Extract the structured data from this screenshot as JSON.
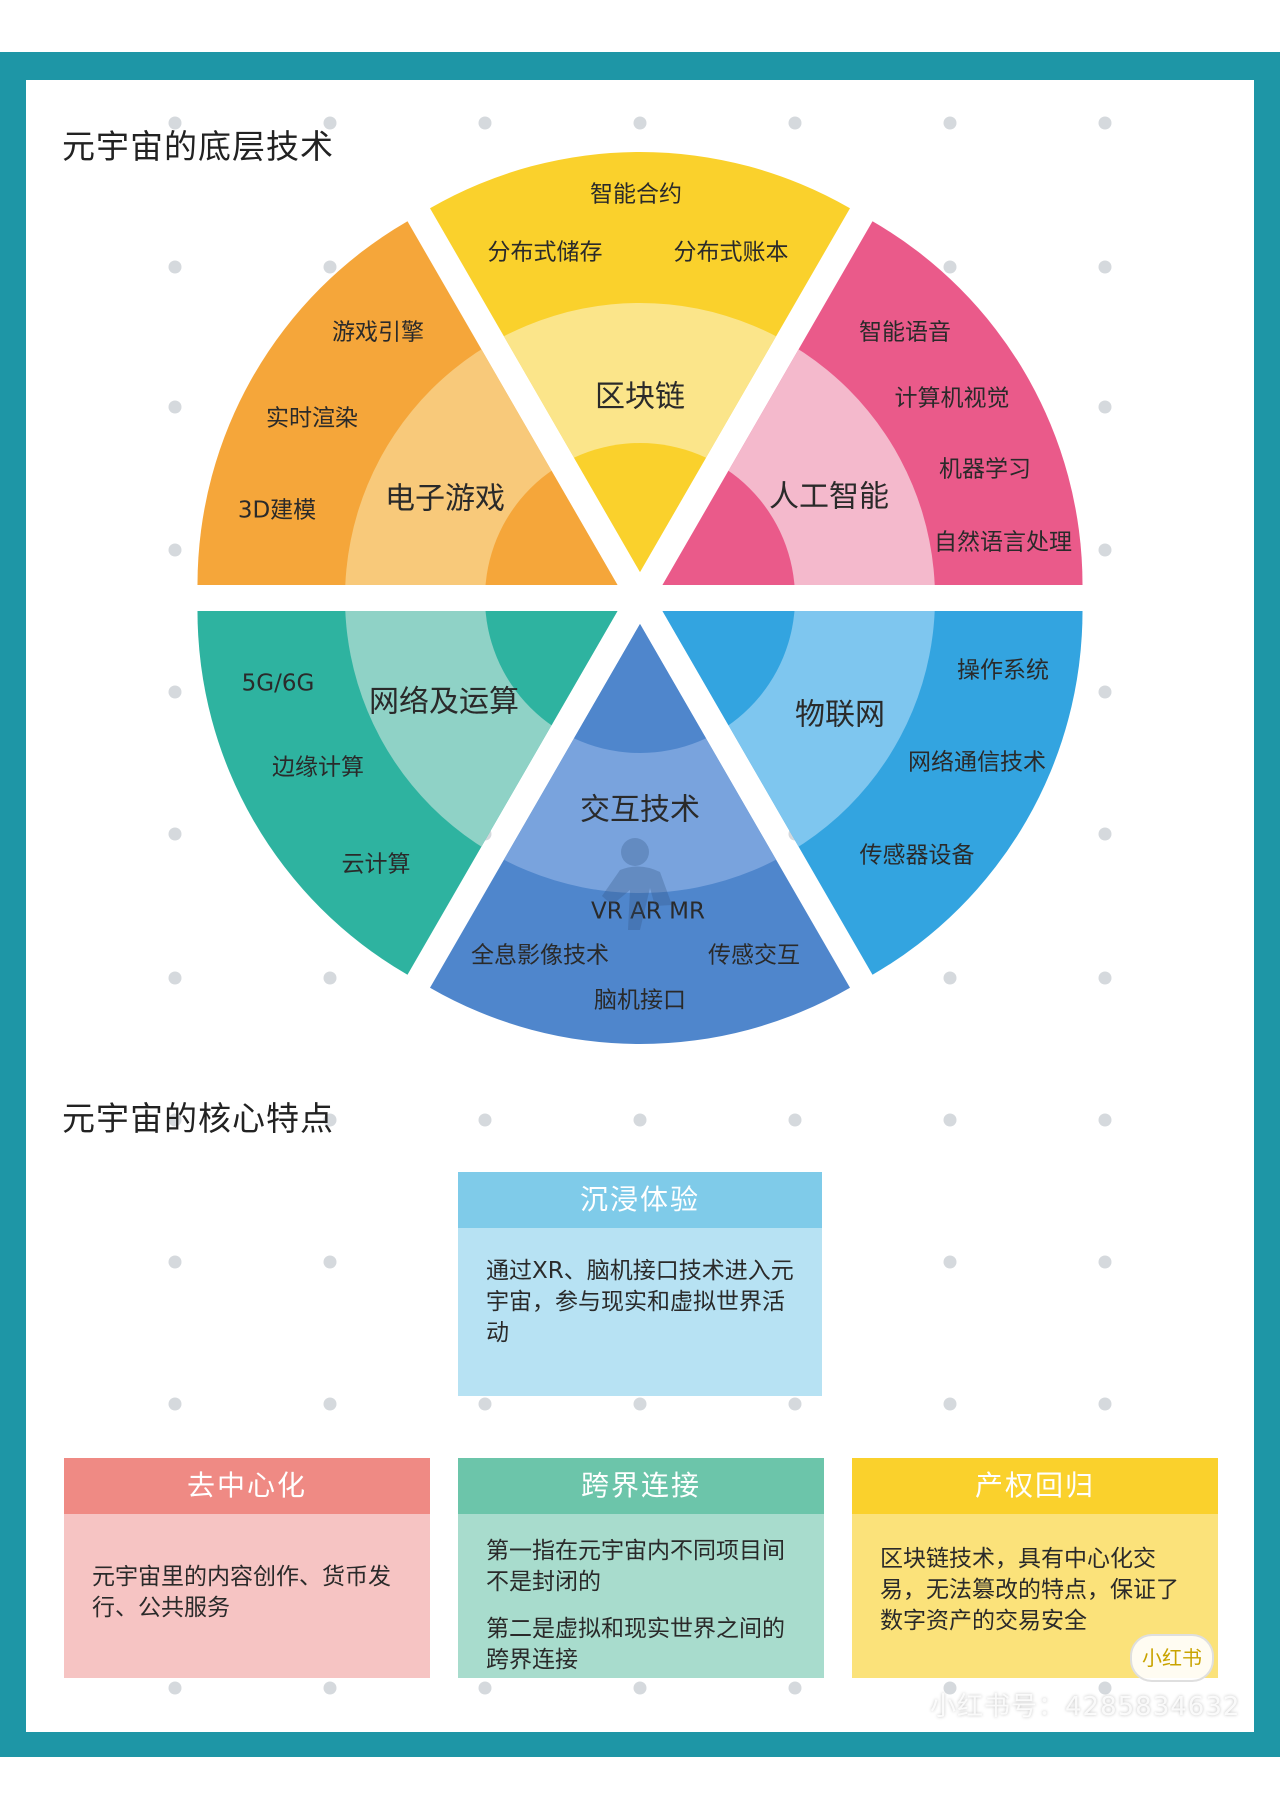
{
  "section1": {
    "title": "元宇宙的底层技术"
  },
  "section2": {
    "title": "元宇宙的核心特点"
  },
  "wheel": {
    "sectors": [
      {
        "key": "game",
        "center_label": "电子游戏",
        "items": [
          "游戏引擎",
          "实时渲染",
          "3D建模"
        ],
        "colors": {
          "outer": "#f5a63a",
          "mid": "#f8c97a",
          "inner": "#f5a63a"
        }
      },
      {
        "key": "blockchain",
        "center_label": "区块链",
        "items": [
          "智能合约",
          "分布式储存",
          "分布式账本"
        ],
        "colors": {
          "outer": "#fad12c",
          "mid": "#fbe58a",
          "inner": "#fad12c"
        }
      },
      {
        "key": "ai",
        "center_label": "人工智能",
        "items": [
          "智能语音",
          "计算机视觉",
          "机器学习",
          "自然语言处理"
        ],
        "colors": {
          "outer": "#ea5a8a",
          "mid": "#f4b9cc",
          "inner": "#ea5a8a"
        }
      },
      {
        "key": "network",
        "center_label": "网络及运算",
        "items": [
          "5G/6G",
          "边缘计算",
          "云计算"
        ],
        "colors": {
          "outer": "#2eb3a0",
          "mid": "#8fd2c6",
          "inner": "#2eb3a0"
        }
      },
      {
        "key": "interaction",
        "center_label": "交互技术",
        "items": [
          "VR AR MR",
          "全息影像技术",
          "传感交互",
          "脑机接口"
        ],
        "colors": {
          "outer": "#4f86cc",
          "mid": "#79a3dd",
          "inner": "#4f86cc"
        }
      },
      {
        "key": "iot",
        "center_label": "物联网",
        "items": [
          "操作系统",
          "网络通信技术",
          "传感器设备"
        ],
        "colors": {
          "outer": "#33a4e0",
          "mid": "#7ec6ef",
          "inner": "#33a4e0"
        }
      }
    ]
  },
  "cards": {
    "immersive": {
      "title": "沉浸体验",
      "text": "通过XR、脑机接口技术进入元宇宙，参与现实和虚拟世界活动",
      "header_color": "#7fcbe9",
      "body_color": "#b7e2f3"
    },
    "decentral": {
      "title": "去中心化",
      "text": "元宇宙里的内容创作、货币发行、公共服务",
      "header_color": "#ef8a84",
      "body_color": "#f6c4c3"
    },
    "crossborder": {
      "title": "跨界连接",
      "text1": "第一指在元宇宙内不同项目间不是封闭的",
      "text2": "第二是虚拟和现实世界之间的跨界连接",
      "header_color": "#6cc5aa",
      "body_color": "#a8dccd"
    },
    "property": {
      "title": "产权回归",
      "text": "区块链技术，具有中心化交易，无法篡改的特点，保证了数字资产的交易安全",
      "header_color": "#fad12c",
      "body_color": "#fbe27a"
    }
  },
  "watermark": {
    "text": "小红书号：4285834632",
    "logo": "小红书"
  },
  "colors": {
    "frame": "#1e96a6",
    "dot": "#d5d9dd"
  }
}
